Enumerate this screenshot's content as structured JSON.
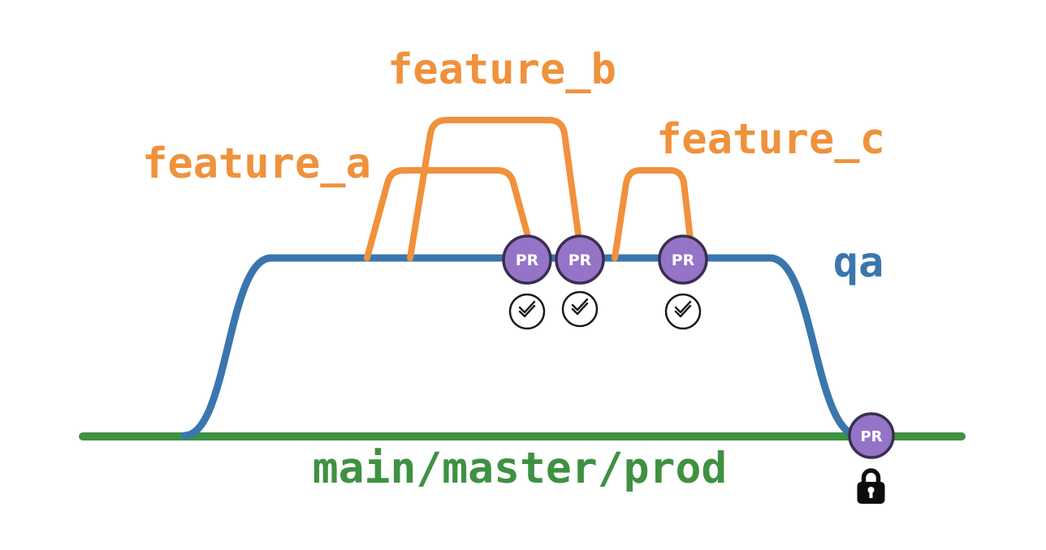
{
  "diagram": {
    "title": "git-branching-strategy-diagram",
    "labels": {
      "main_branch": "main/master/prod",
      "qa_branch": "qa",
      "feature_a": "feature_a",
      "feature_b": "feature_b",
      "feature_c": "feature_c",
      "pr": "PR"
    },
    "colors": {
      "main": "#3f9142",
      "qa": "#3a76ad",
      "feature": "#f0913c",
      "pr_fill": "#9474c6",
      "pr_stroke": "#3a2d52",
      "pr_text": "#ffffff",
      "check_stroke": "#1a1a1a",
      "check_fill": "#ffffff",
      "lock": "#0d0d0d",
      "background": "#ffffff"
    },
    "icons": {
      "approval": "double-check-circle",
      "protection": "lock"
    },
    "pr_nodes_count": 4,
    "approved_checks_count": 3
  }
}
